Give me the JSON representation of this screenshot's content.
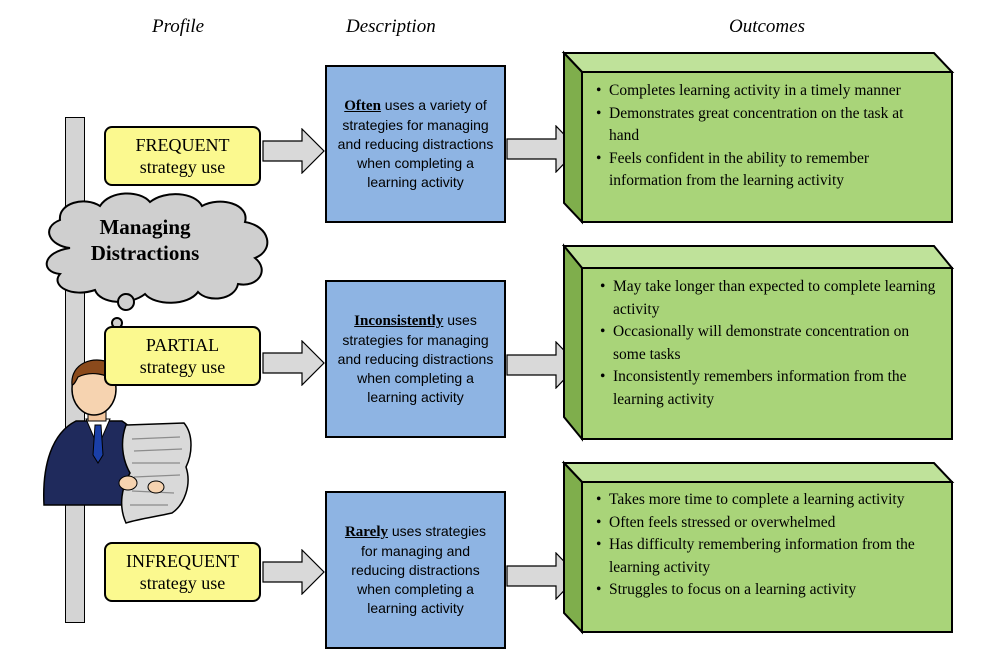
{
  "headers": {
    "profile": "Profile",
    "description": "Description",
    "outcomes": "Outcomes"
  },
  "cloud": {
    "line1": "Managing",
    "line2": "Distractions"
  },
  "rows": [
    {
      "profile": {
        "line1": "FREQUENT",
        "line2": "strategy use"
      },
      "description": {
        "keyword": "Often",
        "text": " uses a variety of strategies for managing and reducing distractions when completing a learning activity"
      },
      "outcomes": [
        "Completes learning activity in a timely manner",
        "Demonstrates great concentration on the task at hand",
        "Feels confident in the ability to remember information from the learning activity"
      ]
    },
    {
      "profile": {
        "line1": "PARTIAL",
        "line2": "strategy use"
      },
      "description": {
        "keyword": "Inconsistently",
        "text": " uses strategies for managing and reducing distractions when completing a learning activity"
      },
      "outcomes": [
        "May take longer than expected to complete learning activity",
        "Occasionally will demonstrate concentration on some tasks",
        "Inconsistently remembers information from the learning activity"
      ]
    },
    {
      "profile": {
        "line1": "INFREQUENT",
        "line2": "strategy use"
      },
      "description": {
        "keyword": "Rarely",
        "text": " uses strategies for managing and reducing distractions when completing a learning activity"
      },
      "outcomes": [
        " Takes more time to complete a learning activity",
        "Often feels stressed or overwhelmed",
        "Has difficulty remembering information from the learning activity",
        "Struggles to focus on a learning activity"
      ]
    }
  ],
  "colors": {
    "profile_fill": "#fbf98f",
    "description_fill": "#8eb4e3",
    "outcome_fill": "#a9d479",
    "outcome_side": "#7fae4c",
    "arrow_fill": "#d9d9d9",
    "cloud_fill": "#cfcfcf"
  }
}
